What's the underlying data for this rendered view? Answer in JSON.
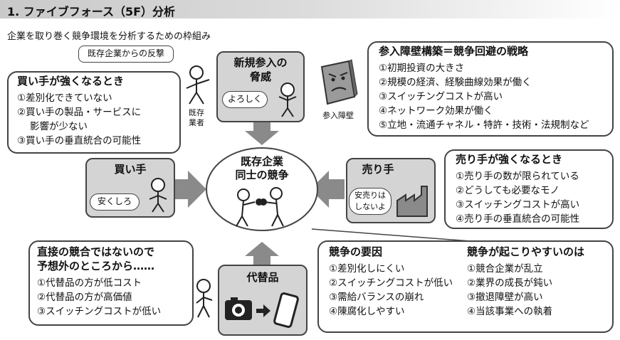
{
  "title": "1. ファイブフォース（5F）分析",
  "subtitle": "企業を取り巻く競争環境を分析するための枠組み",
  "center": {
    "label_lines": [
      "既存企業",
      "同士の競争"
    ]
  },
  "new_entrants": {
    "label_lines": [
      "新規参入の",
      "脅威"
    ],
    "bubble": "よろしく",
    "counter_attack": "既存企業からの反撃",
    "incumbent_label": [
      "既存",
      "業者"
    ],
    "barrier_label": "参入障壁"
  },
  "entry_barriers": {
    "heading": "参入障壁構築＝競争回避の戦略",
    "items": [
      "①初期投資の大きさ",
      "②規模の経済、経験曲線効果が働く",
      "③スイッチングコストが高い",
      "④ネットワーク効果が働く",
      "⑤立地・流通チャネル・特許・技術・法規制など"
    ]
  },
  "buyers": {
    "label": "買い手",
    "bubble": "安くしろ",
    "heading": "買い手が強くなるとき",
    "items": [
      "①差別化できていない",
      "②買い手の製品・サービスに",
      "影響が少ない",
      "③買い手の垂直統合の可能性"
    ]
  },
  "sellers": {
    "label": "売り手",
    "bubble": [
      "安売りは",
      "しないよ"
    ],
    "heading": "売り手が強くなるとき",
    "items": [
      "①売り手の数が限られている",
      "②どうしても必要なモノ",
      "③スイッチングコストが高い",
      "④売り手の垂直統合の可能性"
    ]
  },
  "substitutes": {
    "label": "代替品",
    "heading_lines": [
      "直接の競合ではないので",
      "予想外のところから……"
    ],
    "items": [
      "①代替品の方が低コスト",
      "②代替品の方が高価値",
      "③スイッチングコストが低い"
    ]
  },
  "competition_factors": {
    "heading": "競争の要因",
    "items": [
      "①差別化しにくい",
      "②スイッチングコストが低い",
      "③需給バランスの崩れ",
      "④陳腐化しやすい"
    ]
  },
  "competition_likely": {
    "heading": "競争が起こりやすいのは",
    "items": [
      "①競合企業が乱立",
      "②業界の成長が鈍い",
      "③撤退障壁が高い",
      "④当該事業への執着"
    ]
  }
}
